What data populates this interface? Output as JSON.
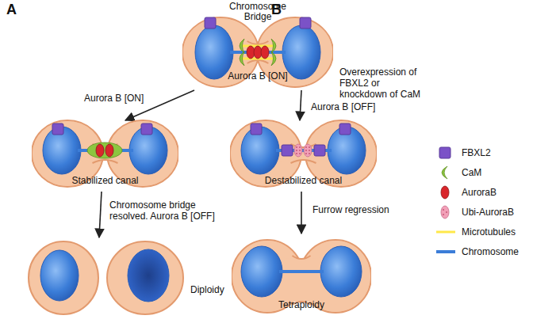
{
  "diagram": {
    "nodes": [
      {
        "text": [
          "Chromosome Bridge",
          "Aurora B [ON]"
        ]
      },
      {
        "text": [
          "Stabilized canal"
        ]
      },
      {
        "text": [
          "Destabilized canal"
        ]
      },
      {
        "text": [
          "Diploidy"
        ]
      },
      {
        "text": [
          "Tetraploidy"
        ]
      }
    ],
    "edges": [
      {
        "from": 0,
        "to": 1,
        "arrow": "to",
        "label": "Aurora B [ON]"
      },
      {
        "from": 0,
        "to": 2,
        "arrow": "to",
        "label": "Aurora B [OFF]"
      },
      {
        "from": 1,
        "to": 3,
        "arrow": "to",
        "label": "Chromosome bridge resolved. Aurora B [OFF]"
      },
      {
        "from": 2,
        "to": 4,
        "arrow": "to",
        "label": "Furrow regression"
      }
    ],
    "labels": [
      "A",
      "B",
      "Overexpression of FBXL2 or knockdown of CaM"
    ],
    "legend": [
      {
        "text": "FBXL2",
        "color": "#7b52c7"
      },
      {
        "text": "CaM",
        "color": "#8dc63f"
      },
      {
        "text": "AuroraB",
        "color": "#d9262c"
      },
      {
        "text": "Ubi-AuroraB",
        "color": "#f2a0b8"
      },
      {
        "text": "Microtubules",
        "color": "#ffe84a"
      },
      {
        "text": "Chromosome",
        "color": "#3b7dd8"
      }
    ]
  }
}
